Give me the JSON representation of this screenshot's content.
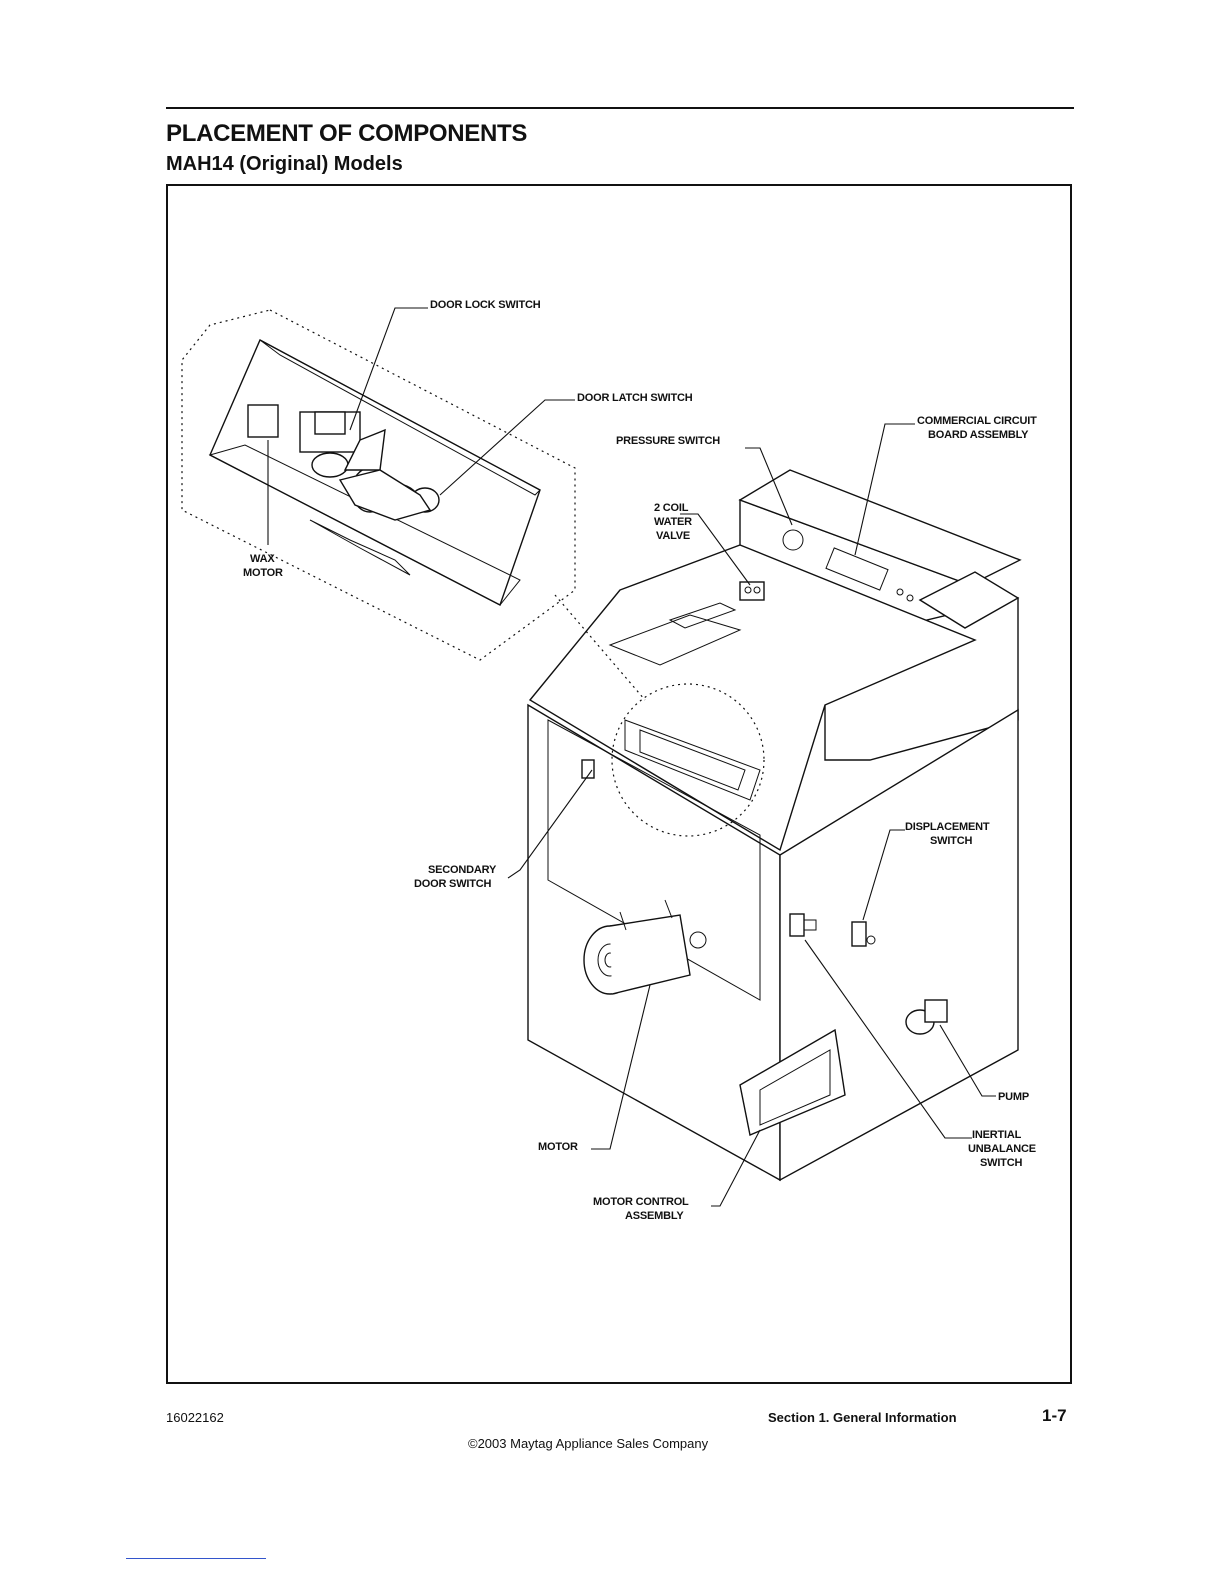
{
  "header": {
    "title": "PLACEMENT OF COMPONENTS",
    "subtitle": "MAH14 (Original) Models"
  },
  "labels": {
    "door_lock_switch": "DOOR LOCK SWITCH",
    "door_latch_switch": "DOOR LATCH SWITCH",
    "commercial_circuit_board": [
      "COMMERCIAL CIRCUIT",
      "BOARD ASSEMBLY"
    ],
    "pressure_switch": "PRESSURE SWITCH",
    "water_valve": [
      "2 COIL",
      "WATER",
      "VALVE"
    ],
    "wax_motor": [
      "WAX",
      "MOTOR"
    ],
    "secondary_door_switch": [
      "SECONDARY",
      "DOOR SWITCH"
    ],
    "displacement_switch": [
      "DISPLACEMENT",
      "SWITCH"
    ],
    "motor": "MOTOR",
    "pump": "PUMP",
    "inertial_unbalance_switch": [
      "INERTIAL",
      "UNBALANCE",
      "SWITCH"
    ],
    "motor_control_assembly": [
      "MOTOR CONTROL",
      "ASSEMBLY"
    ]
  },
  "footer": {
    "doc_number": "16022162",
    "section": "Section 1.  General Information",
    "page": "1-7",
    "copyright": "©2003 Maytag Appliance Sales Company"
  }
}
